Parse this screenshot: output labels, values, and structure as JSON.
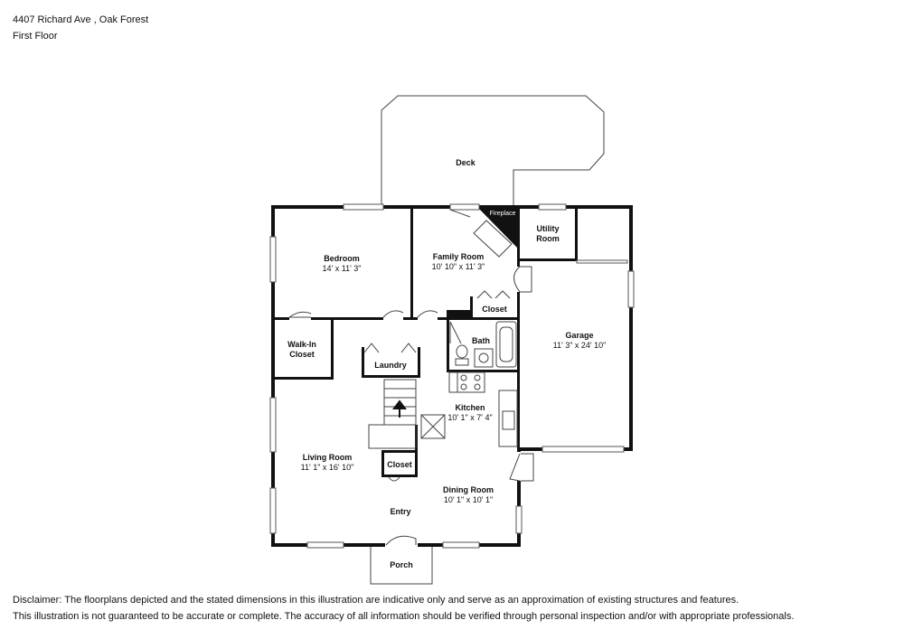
{
  "header": {
    "address": "4407 Richard Ave , Oak Forest",
    "floor": "First Floor"
  },
  "rooms": {
    "deck": {
      "name": "Deck"
    },
    "fireplace": {
      "name": "Fireplace"
    },
    "bedroom": {
      "name": "Bedroom",
      "dims": "14' x 11' 3\""
    },
    "family_room": {
      "name": "Family Room",
      "dims": "10' 10\" x 11' 3\""
    },
    "utility_room": {
      "name_line1": "Utility",
      "name_line2": "Room"
    },
    "garage": {
      "name": "Garage",
      "dims": "11' 3\" x 24' 10\""
    },
    "closet_family": {
      "name": "Closet"
    },
    "walk_in_closet": {
      "name_line1": "Walk-In",
      "name_line2": "Closet"
    },
    "laundry": {
      "name": "Laundry"
    },
    "bath": {
      "name": "Bath"
    },
    "kitchen": {
      "name": "Kitchen",
      "dims": "10' 1\" x 7' 4\""
    },
    "living_room": {
      "name": "Living Room",
      "dims": "11' 1\" x 16' 10\""
    },
    "closet_entry": {
      "name": "Closet"
    },
    "dining_room": {
      "name": "Dining Room",
      "dims": "10' 1\" x 10' 1\""
    },
    "entry": {
      "name": "Entry"
    },
    "porch": {
      "name": "Porch"
    }
  },
  "disclaimer": {
    "line1": "Disclaimer: The floorplans depicted and the stated dimensions in this illustration are indicative only and serve as an approximation of existing structures and features.",
    "line2": "This illustration is not guaranteed to be accurate or complete. The accuracy of all information should be verified through personal inspection and/or with appropriate professionals."
  }
}
